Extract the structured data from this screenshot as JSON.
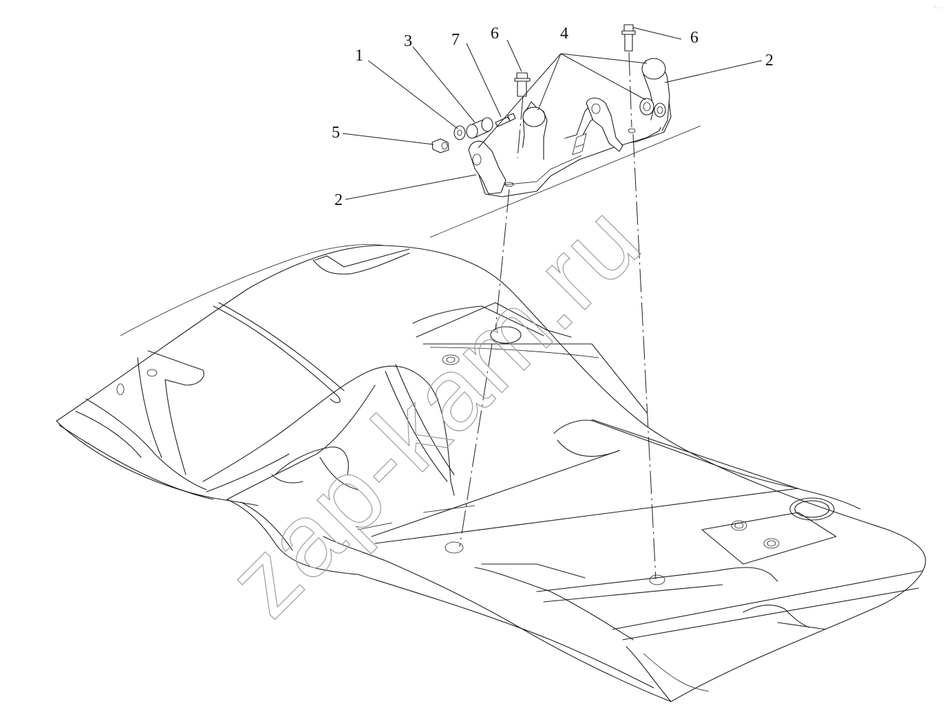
{
  "diagram": {
    "watermark": "zap-kam.ru",
    "corner_mark": "·°· ···",
    "callouts": [
      {
        "id": "c1",
        "label": "1"
      },
      {
        "id": "c2a",
        "label": "2"
      },
      {
        "id": "c2b",
        "label": "2"
      },
      {
        "id": "c3",
        "label": "3"
      },
      {
        "id": "c4",
        "label": "4"
      },
      {
        "id": "c5",
        "label": "5"
      },
      {
        "id": "c6a",
        "label": "6"
      },
      {
        "id": "c6b",
        "label": "6"
      },
      {
        "id": "c7",
        "label": "7"
      }
    ]
  }
}
